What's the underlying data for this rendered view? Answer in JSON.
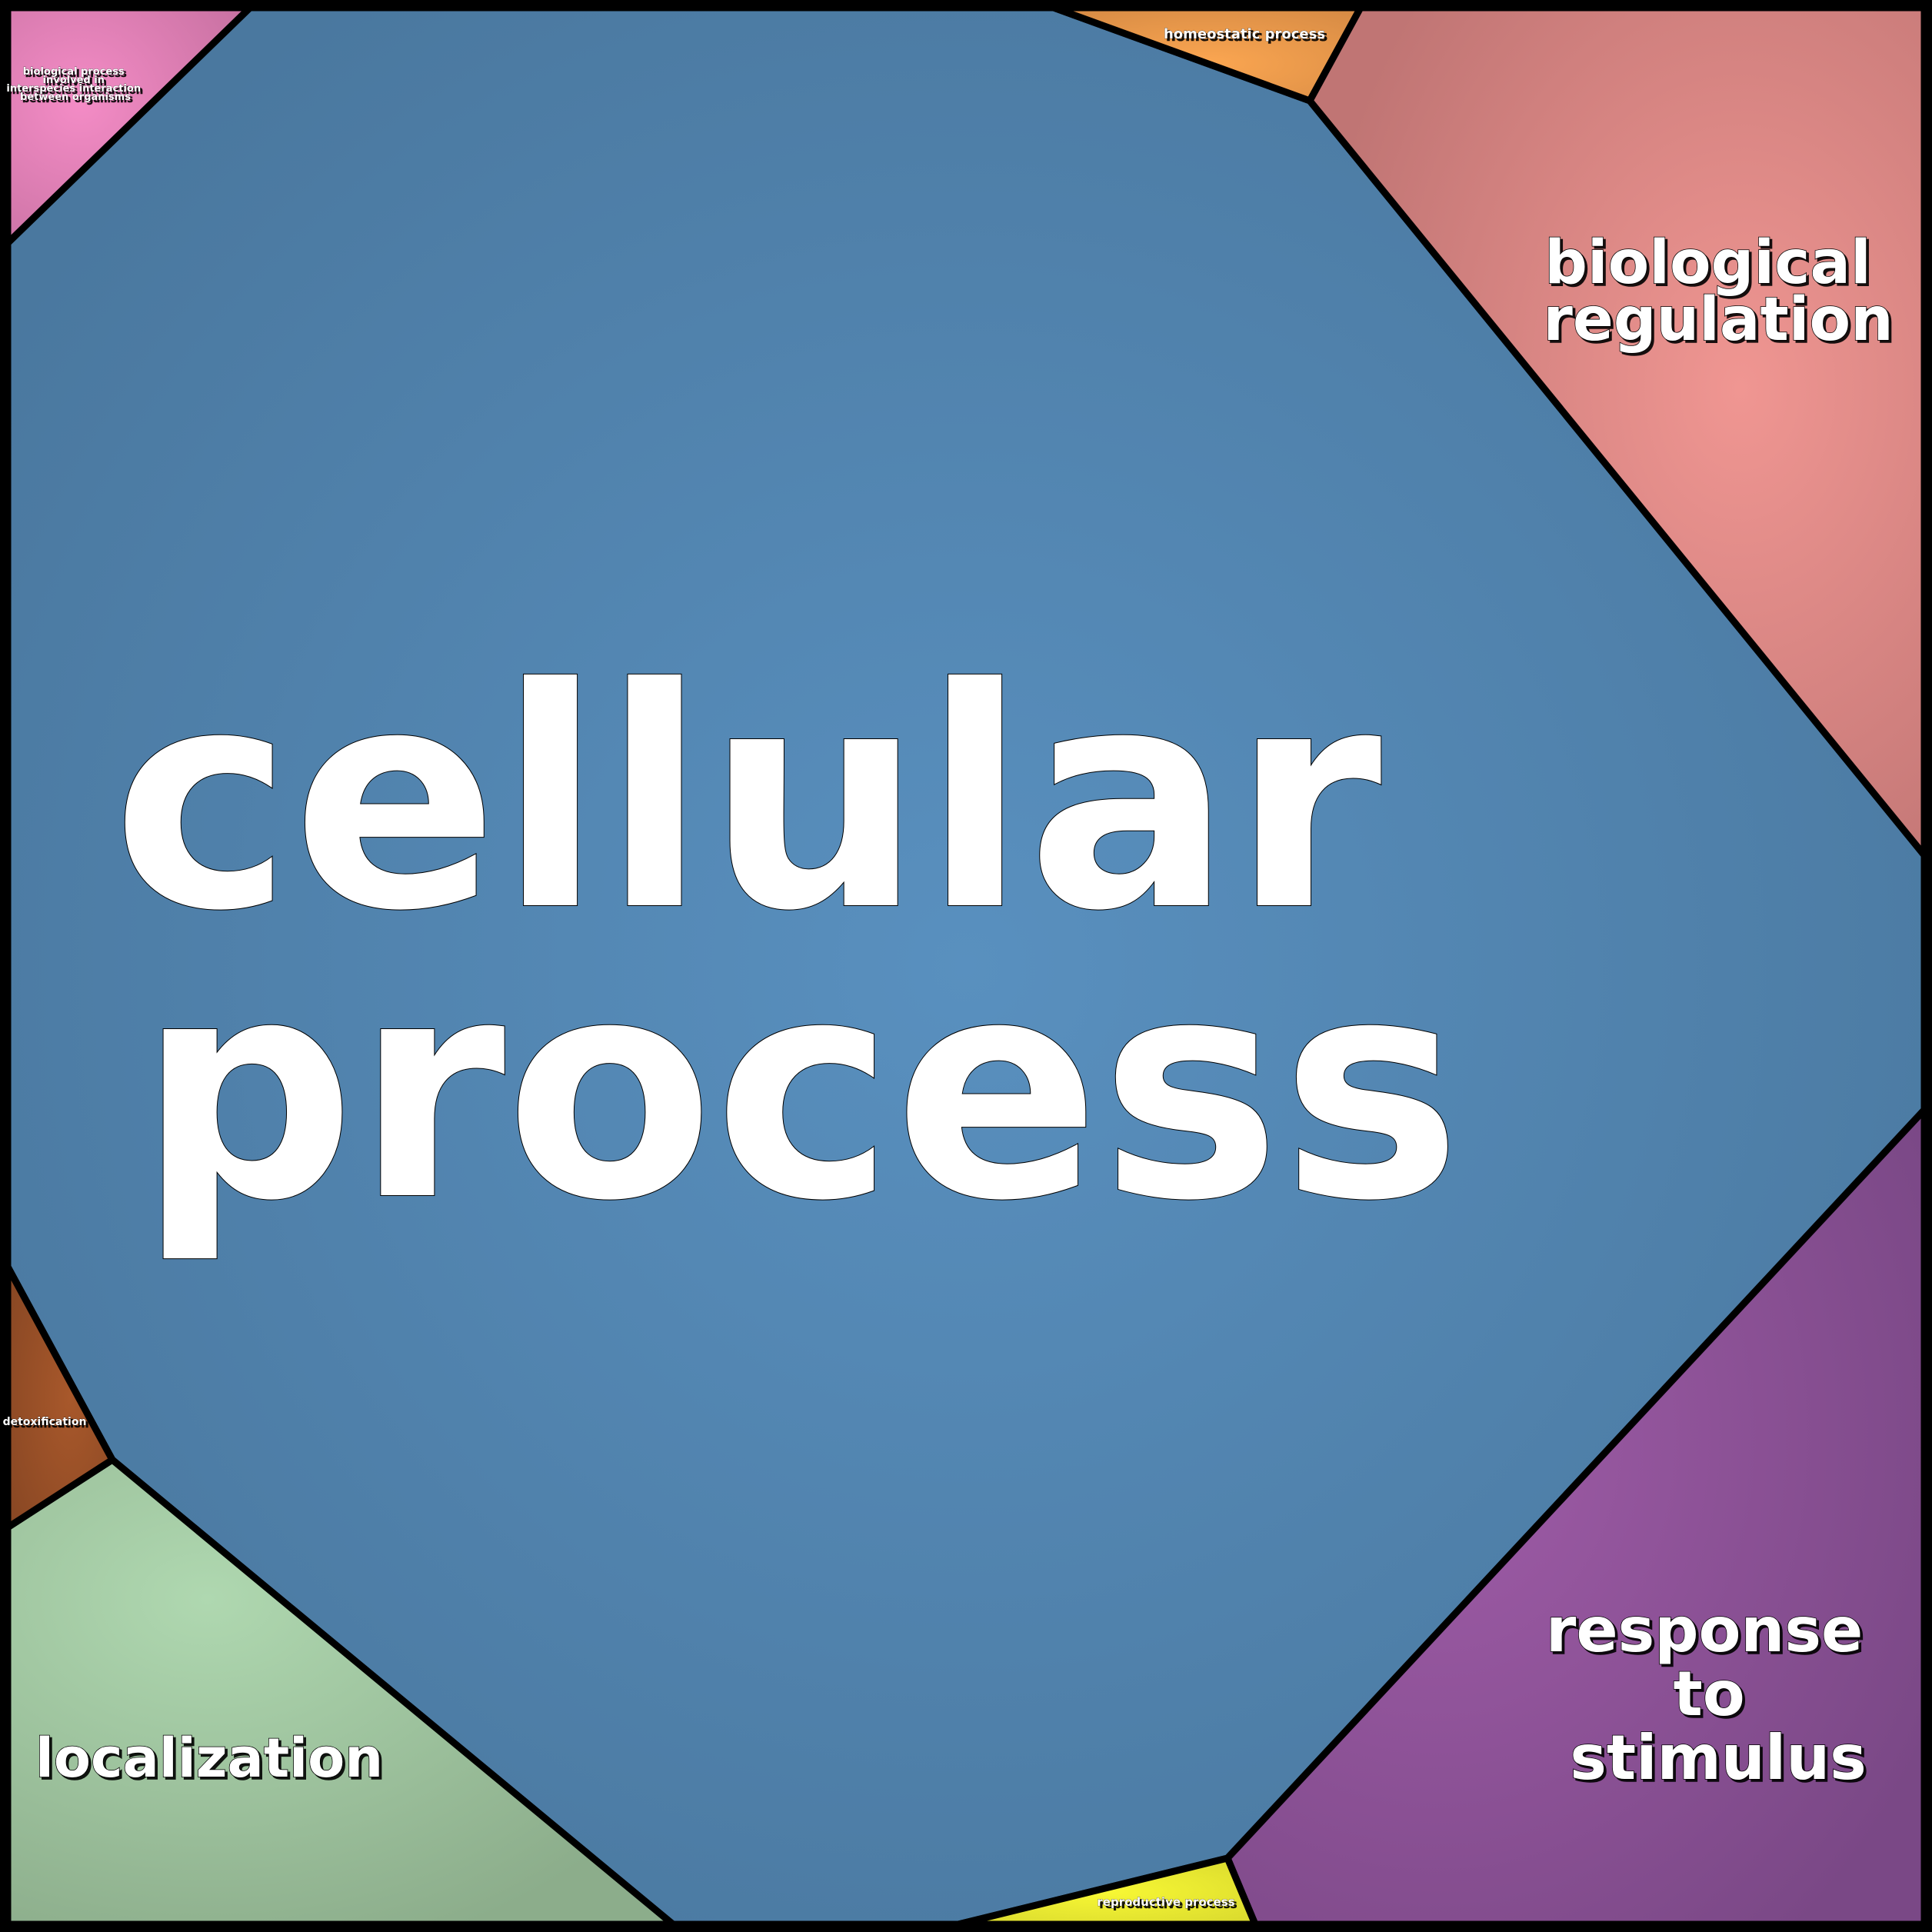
{
  "title": "GO biological process treemap",
  "cells": {
    "cellular_process": {
      "lines": [
        "cellular",
        "process"
      ],
      "color": "#568ebd"
    },
    "biological_regulation": {
      "lines": [
        "biological",
        "regulation"
      ],
      "color": "#ee9490"
    },
    "response_to_stimulus": {
      "lines": [
        "response",
        "to",
        "stimulus"
      ],
      "color": "#a05ca8"
    },
    "localization": {
      "lines": [
        "localization"
      ],
      "color": "#acd6ae"
    },
    "detoxification": {
      "lines": [
        "detoxification"
      ],
      "color": "#a3552a"
    },
    "homeostatic_process": {
      "lines": [
        "homeostatic process"
      ],
      "color": "#f8a650"
    },
    "reproductive_process": {
      "lines": [
        "reproductive process"
      ],
      "color": "#f4f432"
    },
    "interspecies": {
      "lines": [
        "biological process",
        "involved in",
        "interspecies interaction",
        "between organisms"
      ],
      "color": "#f48cc6"
    }
  }
}
